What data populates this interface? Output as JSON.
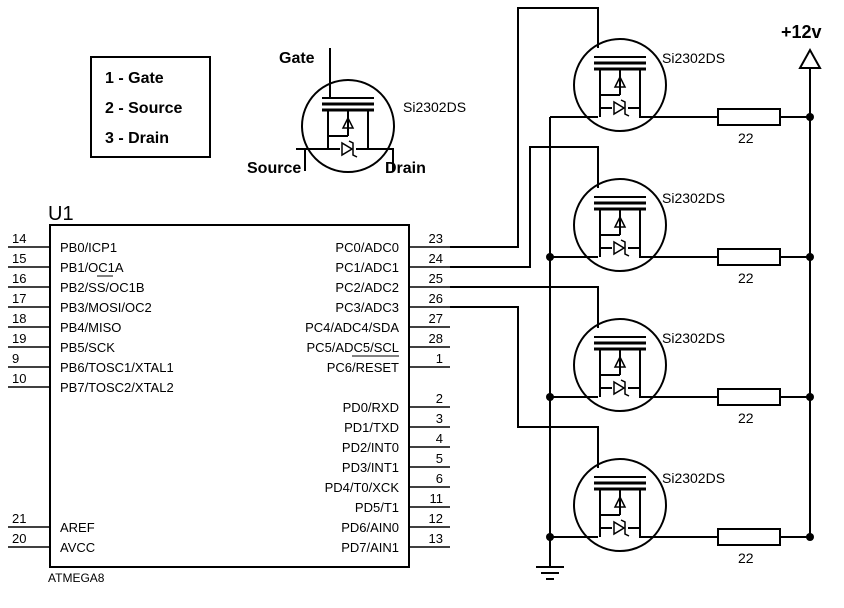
{
  "legend": {
    "items": [
      "1 - Gate",
      "2 - Source",
      "3 - Drain"
    ]
  },
  "symbol_diagram": {
    "gate_label": "Gate",
    "source_label": "Source",
    "drain_label": "Drain",
    "part_label": "Si2302DS"
  },
  "supply": {
    "label": "+12v"
  },
  "ic": {
    "ref": "U1",
    "part": "ATMEGA8",
    "left_pins": [
      {
        "num": "14",
        "name": "PB0/ICP1"
      },
      {
        "num": "15",
        "name": "PB1/OC1A"
      },
      {
        "num": "16",
        "name": "PB2/SS/OC1B"
      },
      {
        "num": "17",
        "name": "PB3/MOSI/OC2"
      },
      {
        "num": "18",
        "name": "PB4/MISO"
      },
      {
        "num": "19",
        "name": "PB5/SCK"
      },
      {
        "num": "9",
        "name": "PB6/TOSC1/XTAL1"
      },
      {
        "num": "10",
        "name": "PB7/TOSC2/XTAL2"
      },
      {
        "num": "21",
        "name": "AREF"
      },
      {
        "num": "20",
        "name": "AVCC"
      }
    ],
    "right_pins": [
      {
        "num": "23",
        "name": "PC0/ADC0"
      },
      {
        "num": "24",
        "name": "PC1/ADC1"
      },
      {
        "num": "25",
        "name": "PC2/ADC2"
      },
      {
        "num": "26",
        "name": "PC3/ADC3"
      },
      {
        "num": "27",
        "name": "PC4/ADC4/SDA"
      },
      {
        "num": "28",
        "name": "PC5/ADC5/SCL"
      },
      {
        "num": "1",
        "name": "PC6/RESET"
      },
      {
        "num": "2",
        "name": "PD0/RXD"
      },
      {
        "num": "3",
        "name": "PD1/TXD"
      },
      {
        "num": "4",
        "name": "PD2/INT0"
      },
      {
        "num": "5",
        "name": "PD3/INT1"
      },
      {
        "num": "6",
        "name": "PD4/T0/XCK"
      },
      {
        "num": "11",
        "name": "PD5/T1"
      },
      {
        "num": "12",
        "name": "PD6/AIN0"
      },
      {
        "num": "13",
        "name": "PD7/AIN1"
      }
    ]
  },
  "mosfets": [
    {
      "part": "Si2302DS",
      "resistor": "22"
    },
    {
      "part": "Si2302DS",
      "resistor": "22"
    },
    {
      "part": "Si2302DS",
      "resistor": "22"
    },
    {
      "part": "Si2302DS",
      "resistor": "22"
    }
  ]
}
